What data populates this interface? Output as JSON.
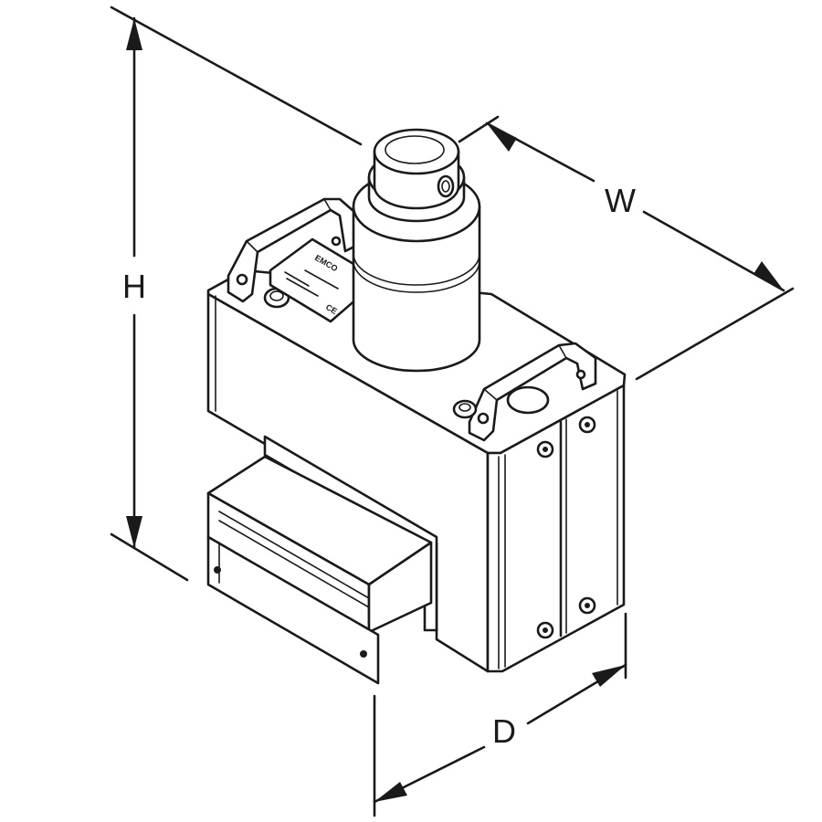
{
  "dimensions": {
    "height_label": "H",
    "width_label": "W",
    "depth_label": "D"
  },
  "nameplate": {
    "brand": "EMCO",
    "mark": "CE"
  }
}
